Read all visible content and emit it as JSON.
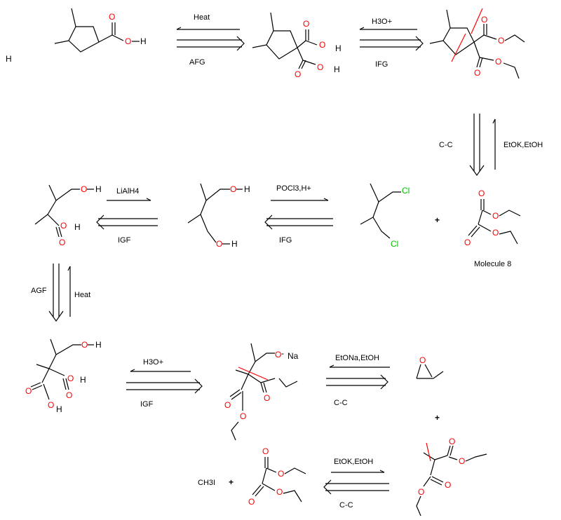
{
  "colors": {
    "oxygen": "#ff0000",
    "chlorine": "#00c000",
    "carbon": "#000000",
    "cut_mark": "#ff0000"
  },
  "stray_h": "H",
  "arrows": [
    {
      "top": "Heat",
      "bottom": "AFG"
    },
    {
      "top": "H3O+",
      "bottom": "IFG"
    },
    {
      "left": "C-C",
      "right": "EtOK,EtOH"
    },
    {
      "top": "LiAlH4",
      "bottom": "IGF"
    },
    {
      "top": "POCl3,H+",
      "bottom": "IFG"
    },
    {
      "left": "AGF",
      "right": "Heat"
    },
    {
      "top": "H3O+",
      "bottom": "IGF"
    },
    {
      "top": "EtONa,EtOH",
      "bottom": "C-C"
    },
    {
      "top": "EtOK,EtOH",
      "bottom": "C-C"
    }
  ],
  "plus_sign": "+",
  "molecule_label": "Molecule 8",
  "reagent_ch3i": "CH3I",
  "atoms": {
    "O": "O",
    "H": "H",
    "Cl": "Cl",
    "Na": "Na",
    "minus": "-"
  }
}
